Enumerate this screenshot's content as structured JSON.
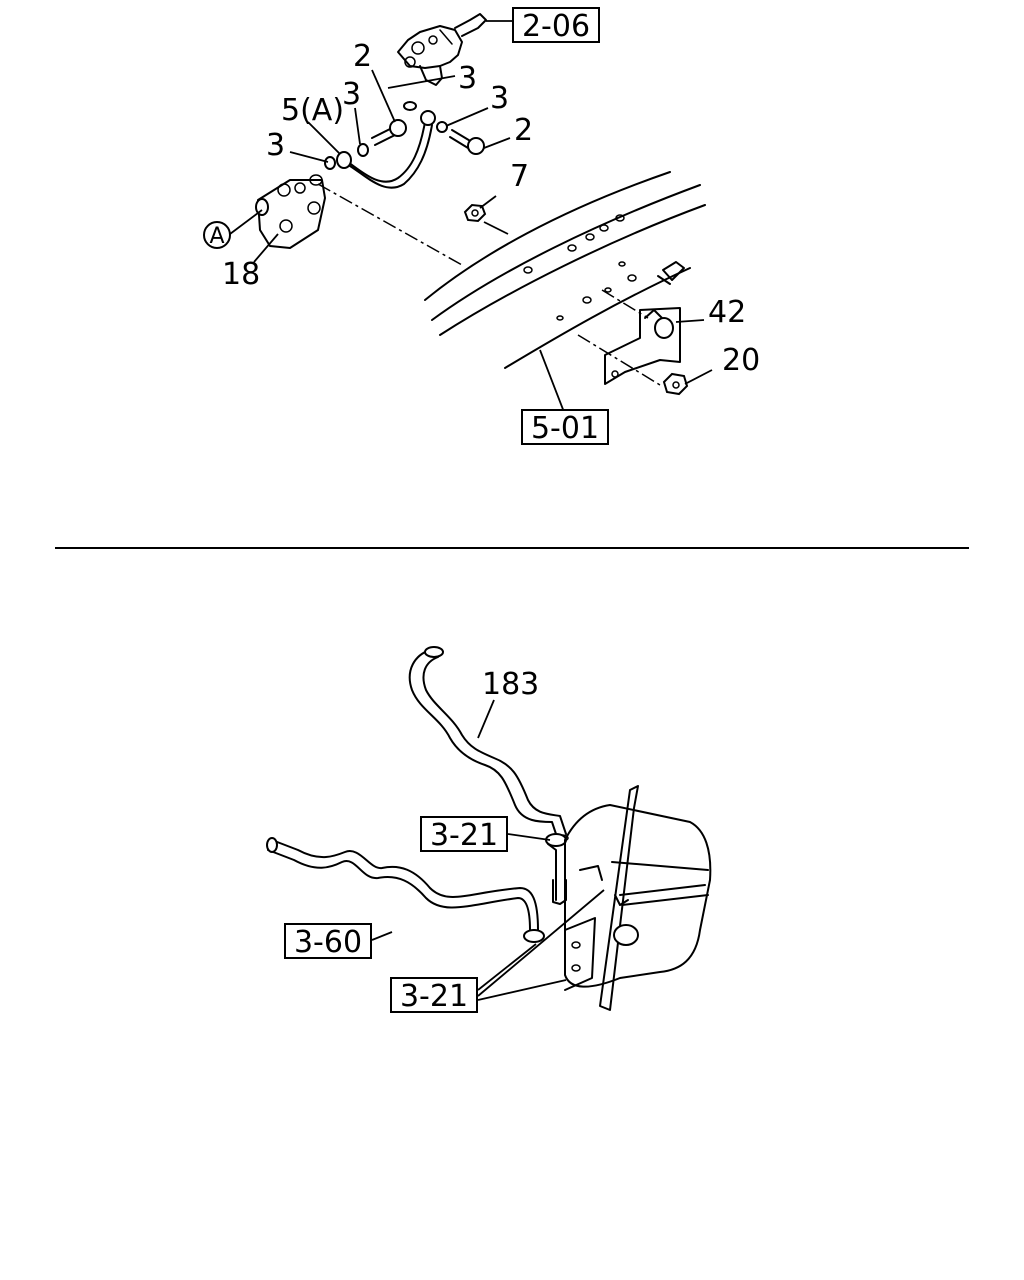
{
  "upper": {
    "ref_2_06": "2-06",
    "ref_5_01": "5-01",
    "callout_2a": "2",
    "callout_3a": "3",
    "callout_3b": "3",
    "callout_5a": "5(A)",
    "callout_3c": "3",
    "callout_3d": "3",
    "callout_2b": "2",
    "callout_7": "7",
    "callout_A": "A",
    "callout_18": "18",
    "callout_42": "42",
    "callout_20": "20"
  },
  "lower": {
    "callout_183": "183",
    "ref_3_21_top": "3-21",
    "ref_3_60": "3-60",
    "ref_3_21_bottom": "3-21"
  }
}
